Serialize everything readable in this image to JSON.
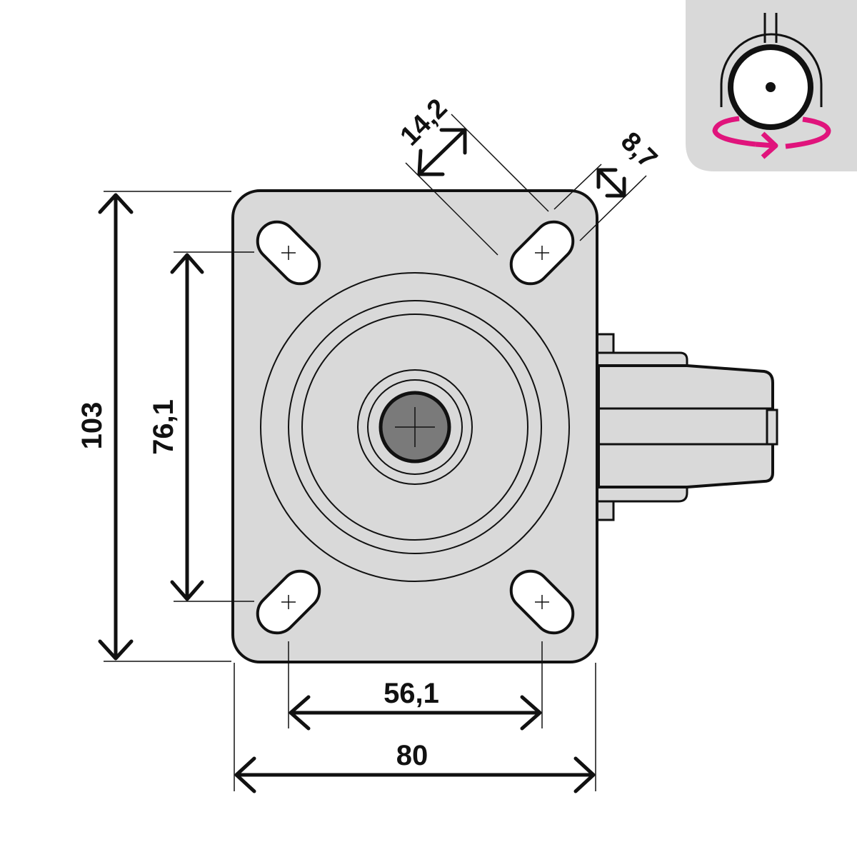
{
  "dimensions": {
    "total_height": "103",
    "hole_spacing_vertical": "76,1",
    "hole_spacing_horizontal": "56,1",
    "total_width": "80",
    "slot_length": "14,2",
    "slot_width": "8,7"
  },
  "icons": {
    "swivel_indicator": "swivel-caster-rotation-icon"
  },
  "colors": {
    "plate": "#d9d9d9",
    "outline": "#111111",
    "axle": "#777777",
    "badge_bg": "#d9d9d9",
    "rotation_arrow": "#e0147c"
  }
}
